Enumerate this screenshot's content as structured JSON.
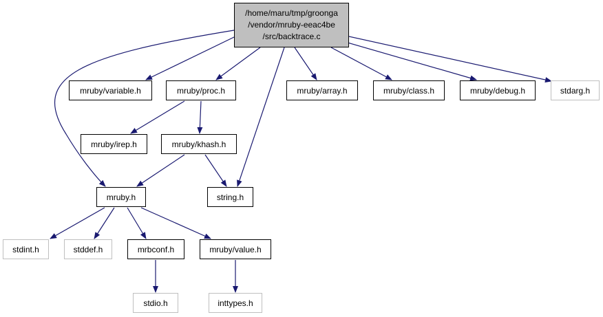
{
  "colors": {
    "edge": "#191970",
    "root_fill": "#bfbfbf",
    "node_border": "#000000",
    "external_border": "#bfbfbf"
  },
  "nodes": {
    "root": {
      "line1": "/home/maru/tmp/groonga",
      "line2": "/vendor/mruby-eeac4be",
      "line3": "/src/backtrace.c"
    },
    "variable": "mruby/variable.h",
    "proc": "mruby/proc.h",
    "array": "mruby/array.h",
    "class": "mruby/class.h",
    "debug": "mruby/debug.h",
    "stdarg": "stdarg.h",
    "irep": "mruby/irep.h",
    "khash": "mruby/khash.h",
    "mruby": "mruby.h",
    "string": "string.h",
    "stdint": "stdint.h",
    "stddef": "stddef.h",
    "mrbconf": "mrbconf.h",
    "value": "mruby/value.h",
    "stdio": "stdio.h",
    "inttypes": "inttypes.h"
  },
  "edges": [
    [
      "root",
      "variable"
    ],
    [
      "root",
      "proc"
    ],
    [
      "root",
      "array"
    ],
    [
      "root",
      "class"
    ],
    [
      "root",
      "debug"
    ],
    [
      "root",
      "stdarg"
    ],
    [
      "root",
      "mruby"
    ],
    [
      "root",
      "string"
    ],
    [
      "proc",
      "irep"
    ],
    [
      "proc",
      "khash"
    ],
    [
      "khash",
      "mruby"
    ],
    [
      "khash",
      "string"
    ],
    [
      "mruby",
      "stdint"
    ],
    [
      "mruby",
      "stddef"
    ],
    [
      "mruby",
      "mrbconf"
    ],
    [
      "mruby",
      "value"
    ],
    [
      "mrbconf",
      "stdio"
    ],
    [
      "value",
      "inttypes"
    ]
  ]
}
